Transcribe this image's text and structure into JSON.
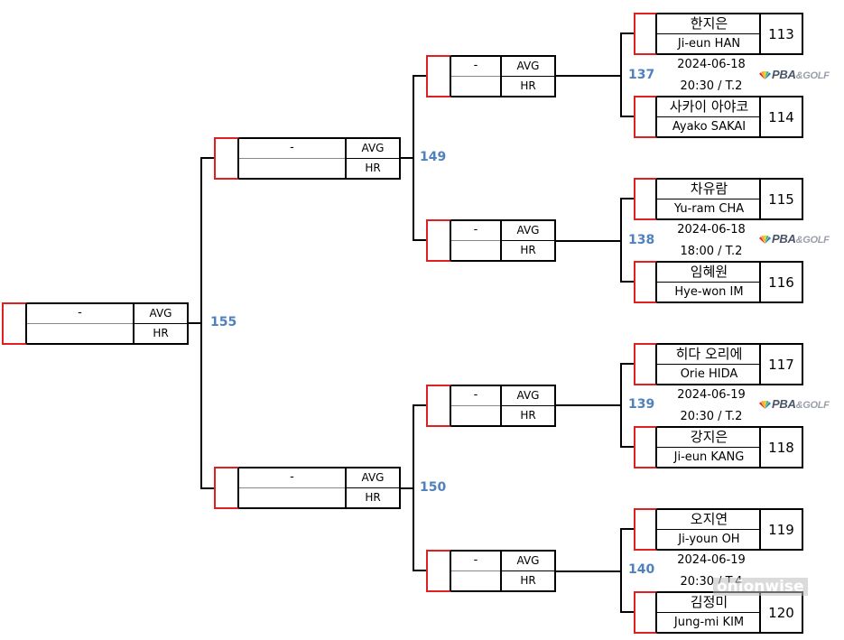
{
  "bracket": {
    "placeholder": "-",
    "avg_label": "AVG",
    "hr_label": "HR",
    "final_match": "155",
    "semi_matches": [
      "149",
      "150"
    ],
    "quarter_matches": [
      "137",
      "138",
      "139",
      "140"
    ],
    "schedule": [
      {
        "date": "2024-06-18",
        "time": "20:30 / T.2",
        "broadcast": true
      },
      {
        "date": "2024-06-18",
        "time": "18:00 / T.2",
        "broadcast": true
      },
      {
        "date": "2024-06-19",
        "time": "20:30 / T.2",
        "broadcast": true
      },
      {
        "date": "2024-06-19",
        "time": "20:30 / T.4",
        "broadcast": false
      }
    ],
    "players": [
      {
        "kname": "한지은",
        "ename": "Ji-eun HAN",
        "num": "113"
      },
      {
        "kname": "사카이 아야코",
        "ename": "Ayako SAKAI",
        "num": "114"
      },
      {
        "kname": "차유람",
        "ename": "Yu-ram CHA",
        "num": "115"
      },
      {
        "kname": "임혜원",
        "ename": "Hye-won IM",
        "num": "116"
      },
      {
        "kname": "히다 오리에",
        "ename": "Orie HIDA",
        "num": "117"
      },
      {
        "kname": "강지은",
        "ename": "Ji-eun KANG",
        "num": "118"
      },
      {
        "kname": "오지연",
        "ename": "Ji-youn OH",
        "num": "119"
      },
      {
        "kname": "김정미",
        "ename": "Jung-mi KIM",
        "num": "120"
      }
    ]
  },
  "broadcaster_logo": {
    "main": "PBA",
    "amp": "&",
    "suffix": "GOLF",
    "icon": "peacock-icon"
  },
  "watermark": "onionwise",
  "colors": {
    "seed_border": "#e02020",
    "match_number": "#4f81bd",
    "line": "#000000"
  }
}
